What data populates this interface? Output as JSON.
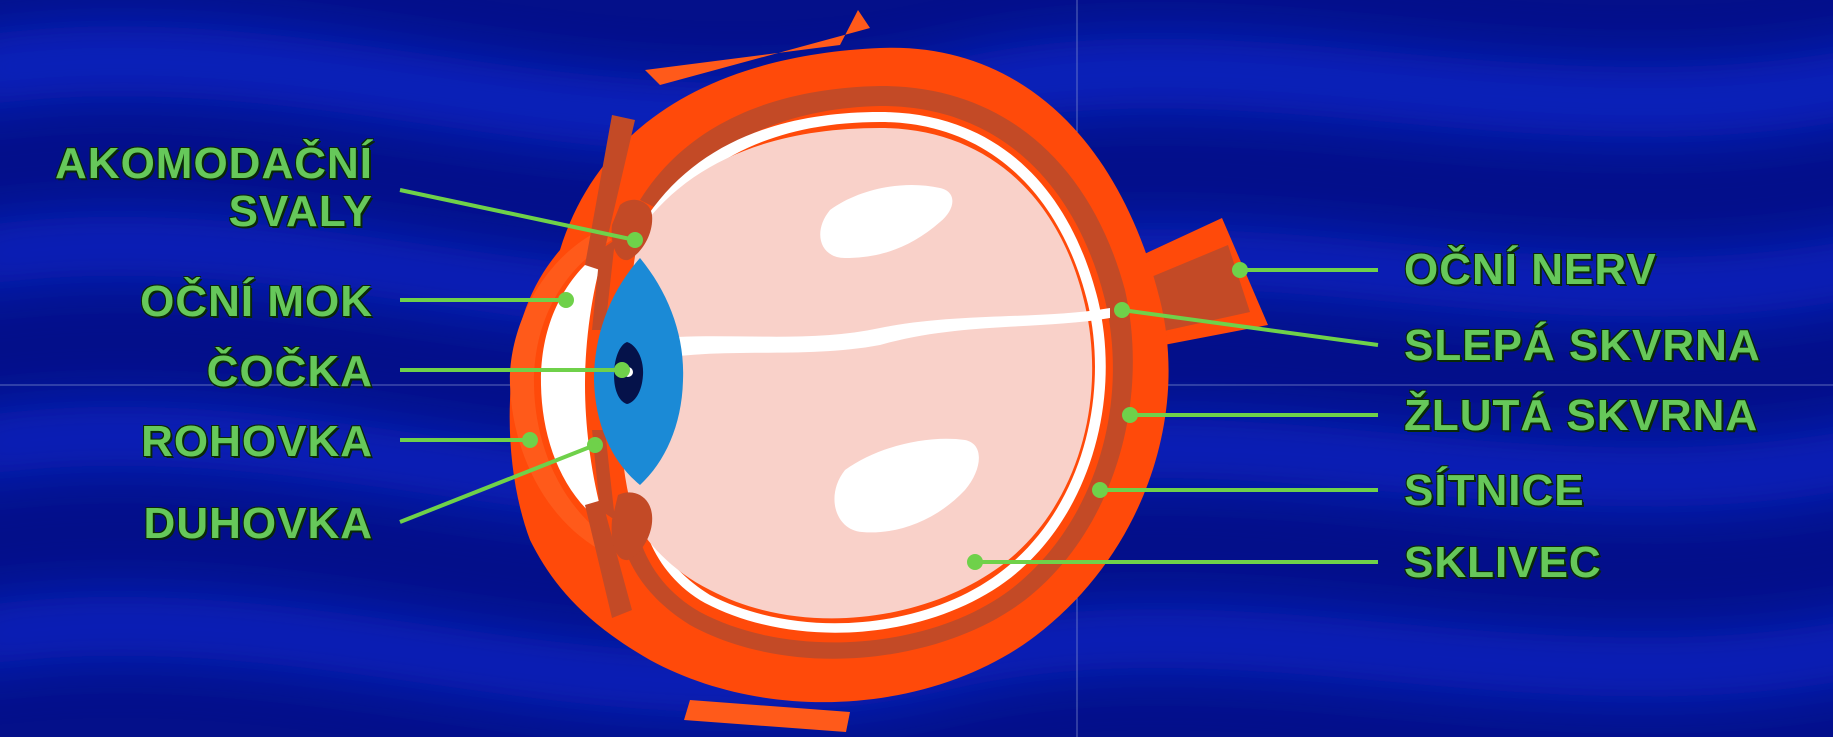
{
  "labels": {
    "akomodacni_svaly": {
      "line1": "AKOMODAČNÍ",
      "line2": "SVALY"
    },
    "ocni_mok": "OČNÍ  MOK",
    "cocka": "ČOČKA",
    "rohovka": "ROHOVKA",
    "duhovka": "DUHOVKA",
    "ocni_nerv": "OČNÍ  NERV",
    "slepa_skvrna": "SLEPÁ  SKVRNA",
    "zluta_skvrna": "ŽLUTÁ  SKVRNA",
    "sitnice": "SÍTNICE",
    "sklivec": "SKLIVEC"
  },
  "colors": {
    "background": "#04108a",
    "background_stripe": "#0a2bd6",
    "label_text": "#66c85a",
    "leader_line": "#6fd14a",
    "sclera": "#ff4a0a",
    "choroid": "#c34a26",
    "vitreous": "#f9d1c9",
    "lens": "#1b8ad6",
    "pupil": "#05124a",
    "highlight": "#ffffff"
  }
}
